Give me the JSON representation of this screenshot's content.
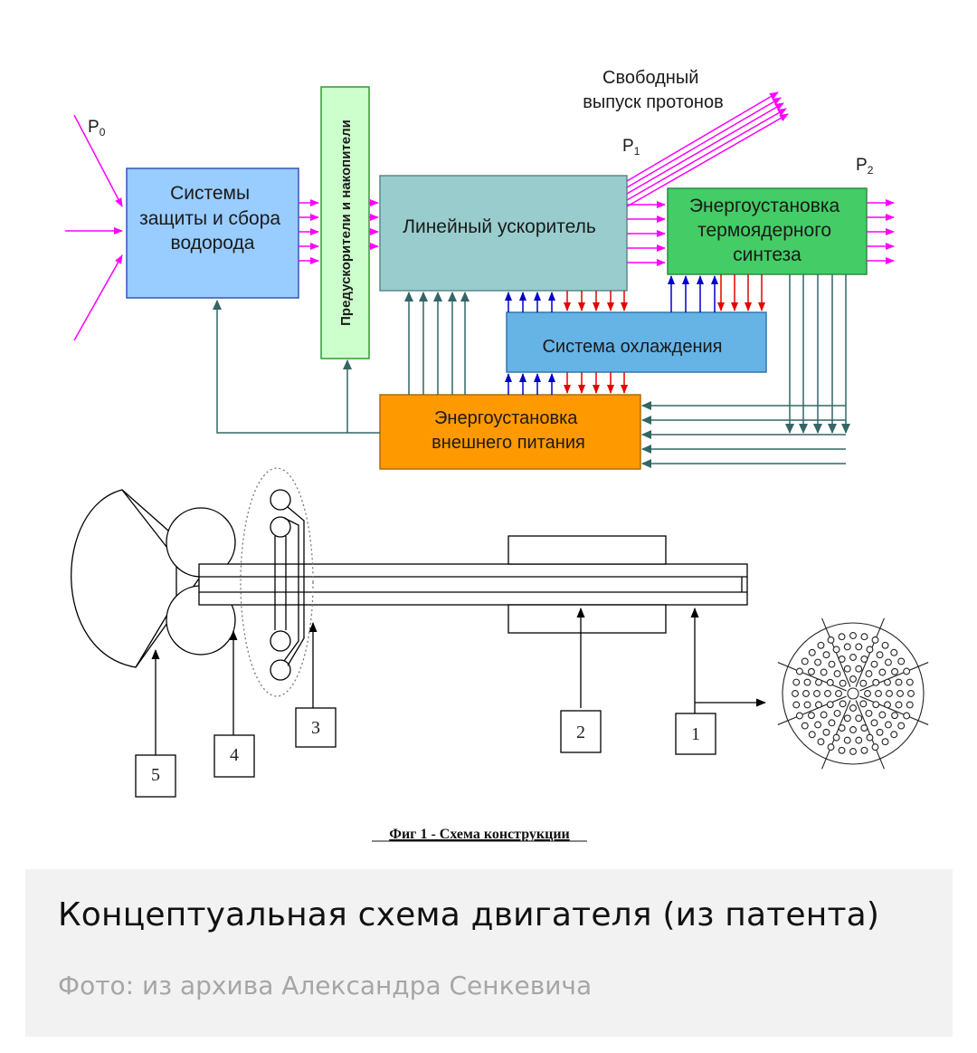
{
  "flow_diagram": {
    "inputs": {
      "p0": "P",
      "p0_sub": "0",
      "p1": "P",
      "p1_sub": "1",
      "p2": "P",
      "p2_sub": "2"
    },
    "free_release_line1": "Свободный",
    "free_release_line2": "выпуск протонов",
    "blocks": {
      "protection": [
        "Системы",
        "защиты и сбора",
        "водорода"
      ],
      "preaccelerators": "Предускорители и накопители",
      "linear_accelerator": "Линейный ускоритель",
      "fusion_plant": [
        "Энергоустановка",
        "термоядерного",
        "синтеза"
      ],
      "cooling": "Система охлаждения",
      "external_power": [
        "Энергоустановка",
        "внешнего питания"
      ]
    },
    "colors": {
      "protection": "#99ccff",
      "preaccelerators": "#ccffcc",
      "linear_accelerator": "#99cccc",
      "fusion_plant": "#44cc66",
      "cooling": "#66b3e6",
      "external_power": "#ff9900",
      "magenta_arrow": "#ff00ff",
      "blue_arrow": "#0000cc",
      "red_arrow": "#e60000",
      "teal_line": "#336666"
    }
  },
  "construction_diagram": {
    "labels": [
      "1",
      "2",
      "3",
      "4",
      "5"
    ],
    "caption": "Фиг 1 - Схема конструкции"
  },
  "caption": {
    "title": "Концептуальная схема двигателя (из патента)",
    "credit": "Фото: из архива Александра Сенкевича"
  }
}
